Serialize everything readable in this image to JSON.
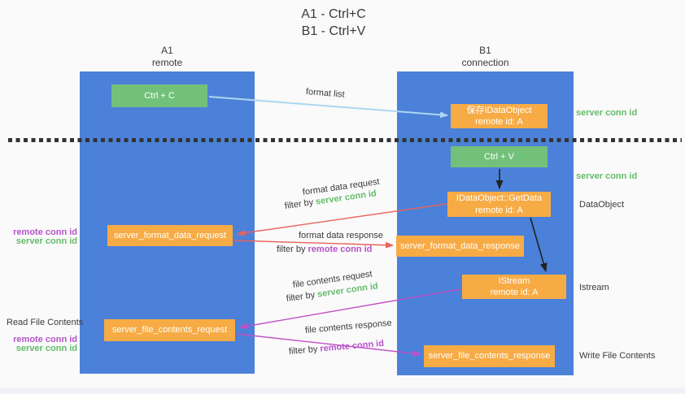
{
  "title": {
    "line1": "A1 - Ctrl+C",
    "line2": "B1 - Ctrl+V"
  },
  "columns": {
    "left": {
      "name": "A1",
      "subtitle": "remote"
    },
    "right": {
      "name": "B1",
      "subtitle": "connection"
    }
  },
  "nodes": {
    "ctrl_c": {
      "label": "Ctrl + C"
    },
    "save_dataobject": {
      "line1": "保存IDataObject",
      "line2": "remote id: A"
    },
    "ctrl_v": {
      "label": "Ctrl + V"
    },
    "getdata": {
      "line1": "IDataObject::GetData",
      "line2": "remote id: A"
    },
    "format_request": {
      "label": "server_format_data_request"
    },
    "format_response": {
      "label": "server_format_data_response"
    },
    "istream": {
      "line1": "IStream",
      "line2": "remote id: A"
    },
    "file_request": {
      "label": "server_file_contents_request"
    },
    "file_response": {
      "label": "server_file_contents_response"
    }
  },
  "side_labels": {
    "server_conn_id_top": "server conn id",
    "server_conn_id_mid": "server conn id",
    "dataobject": "DataObject",
    "istream": "Istream",
    "write_file_contents": "Write File Contents",
    "read_file_contents": "Read File Contents",
    "pair1_remote": "remote conn id",
    "pair1_server": "server conn id",
    "pair2_remote": "remote conn id",
    "pair2_server": "server conn id"
  },
  "arrow_labels": {
    "format_list": "format list",
    "format_data_request": "format data request",
    "format_data_response": "format data response",
    "file_contents_request": "file contents request",
    "file_contents_response": "file contents response",
    "filter_by": "filter by ",
    "filter_server_conn_id": "server conn id",
    "filter_remote_conn_id": "remote conn id"
  },
  "colors": {
    "column_blue": "#4B81D8",
    "node_green": "#72C17A",
    "node_orange": "#F7AB45",
    "arrow_light_blue": "#AED6F2",
    "arrow_red": "#E8635C",
    "arrow_magenta": "#C050C8",
    "arrow_black": "#222222",
    "text_green": "#62BD68",
    "text_purple": "#B553C9",
    "text_dark": "#3A3A3A",
    "background": "#FAFAFA"
  }
}
